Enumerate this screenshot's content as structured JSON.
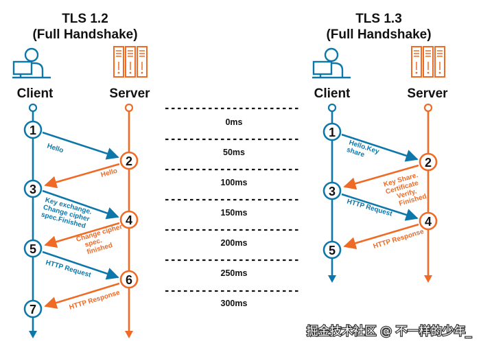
{
  "colors": {
    "client": "#0d77aa",
    "server": "#ee6a25",
    "ink": "#111111"
  },
  "tls12": {
    "title_line1": "TLS 1.2",
    "title_line2": "(Full Handshake)",
    "client_label": "Client",
    "server_label": "Server",
    "steps": [
      "1",
      "2",
      "3",
      "4",
      "5",
      "6",
      "7"
    ],
    "messages": {
      "hello_c": "Hello",
      "hello_s": "Hello",
      "c3_line1": "Key exchange.",
      "c3_line2": "Change cipher",
      "c3_line3": "spec.Finished",
      "s4_line1": "Change cipher",
      "s4_line2": "spec.",
      "s4_line3": "finished",
      "c5": "HTTP Request",
      "s6": "HTTP Response"
    }
  },
  "tls13": {
    "title_line1": "TLS 1.3",
    "title_line2": "(Full Handshake)",
    "client_label": "Client",
    "server_label": "Server",
    "steps": [
      "1",
      "2",
      "3",
      "4",
      "5"
    ],
    "messages": {
      "c1_line1": "Hello.Key",
      "c1_line2": "share",
      "s2_line1": "Key Share.",
      "s2_line2": "Certificate",
      "s2_line3": "Verify.",
      "s2_line4": "Finished",
      "c3": "HTTP Request",
      "s4": "HTTP Response"
    }
  },
  "timeline": [
    "0ms",
    "50ms",
    "100ms",
    "150ms",
    "200ms",
    "250ms",
    "300ms"
  ],
  "watermark": "掘金技术社区 @ 不一样的少年_",
  "icons": {
    "client": "person-at-laptop-icon",
    "server": "server-rack-icon"
  }
}
